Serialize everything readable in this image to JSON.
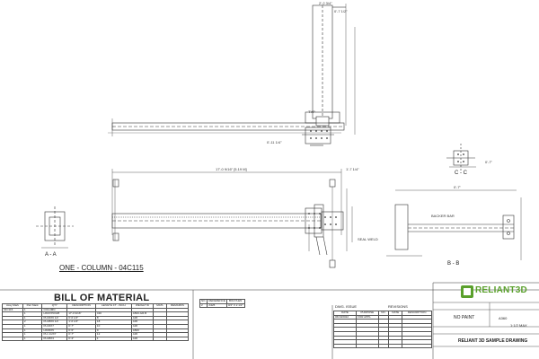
{
  "views": {
    "main_title": "ONE - COLUMN - 04C115",
    "section_aa": "A - A",
    "section_bb": "B - B",
    "section_cc": "C - C"
  },
  "dims": {
    "top_post": "2'-2 3/4\"",
    "top_width": "0'-7 1/2\"",
    "overall": "17'-0 9/16\" [5.19 M]",
    "right_dim": "1'-7 1/4\"",
    "base_dim": "0'-11 1/4\"",
    "bb_width": "0'-7\"",
    "cc_dim": "0'-7\"",
    "backer_bar": "BACKER BAR",
    "seal_weld": "SEAL WELD",
    "typ": "TYP"
  },
  "bom": {
    "title": "BILL OF MATERIAL",
    "headers": [
      "Assy Mark",
      "Part Mark",
      "QTY",
      "DESCRIPTION",
      "LENGTH FT - INCH",
      "WEIGHT lb",
      "MATL",
      "REMARKS"
    ],
    "rows": [
      [
        "04C115",
        "1",
        "COLUMN",
        "",
        "",
        "",
        "",
        ""
      ],
      [
        "",
        "1",
        "HSS7X5X3/8",
        "17'-0 9/16\"",
        "430",
        "A500-GR.B",
        "",
        ""
      ],
      [
        "",
        "1",
        "PL3/4X6 1/2",
        "0'-6 1/2\"",
        "8",
        "A36",
        "",
        ""
      ],
      [
        "",
        "2",
        "PL3/8X6 1/2",
        "1'-6 1/2\"",
        "18",
        "A36",
        "",
        ""
      ],
      [
        "",
        "1",
        "PL3/4X7",
        "0'-7\"",
        "10",
        "A36",
        "",
        ""
      ],
      [
        "",
        "1",
        "HSS5X5",
        "0'-5\"",
        "9",
        "A500",
        "",
        ""
      ],
      [
        "",
        "1",
        "PL1 1/2X7",
        "0'-7\"",
        "12",
        "A36",
        "",
        ""
      ],
      [
        "",
        "1",
        "PL3/8X3",
        "0'-3\"",
        "1",
        "A36",
        "",
        ""
      ]
    ]
  },
  "ref_table": {
    "headers": [
      "NO.",
      "REFERENCE",
      "BOLT/LEN"
    ],
    "rows": [
      [
        "2",
        "A325",
        "3/4\" X 2 1/2\""
      ]
    ]
  },
  "title_block": {
    "dwg_issue": "DWG. ISSUE",
    "revisions": "REVISIONS",
    "rev_headers": [
      "DATE",
      "PURPOSE",
      "NO.",
      "DATE",
      "DESCRIPTION"
    ],
    "rev_rows": [
      [
        "06/19/2022",
        "FOR APPL"
      ]
    ],
    "no_paint": "NO PAINT",
    "drawing_title": "RELIANT 3D SAMPLE DRAWING",
    "brand": "RELIANT3D",
    "sheet_no": "1:1/2 MAX",
    "job": "A360"
  }
}
